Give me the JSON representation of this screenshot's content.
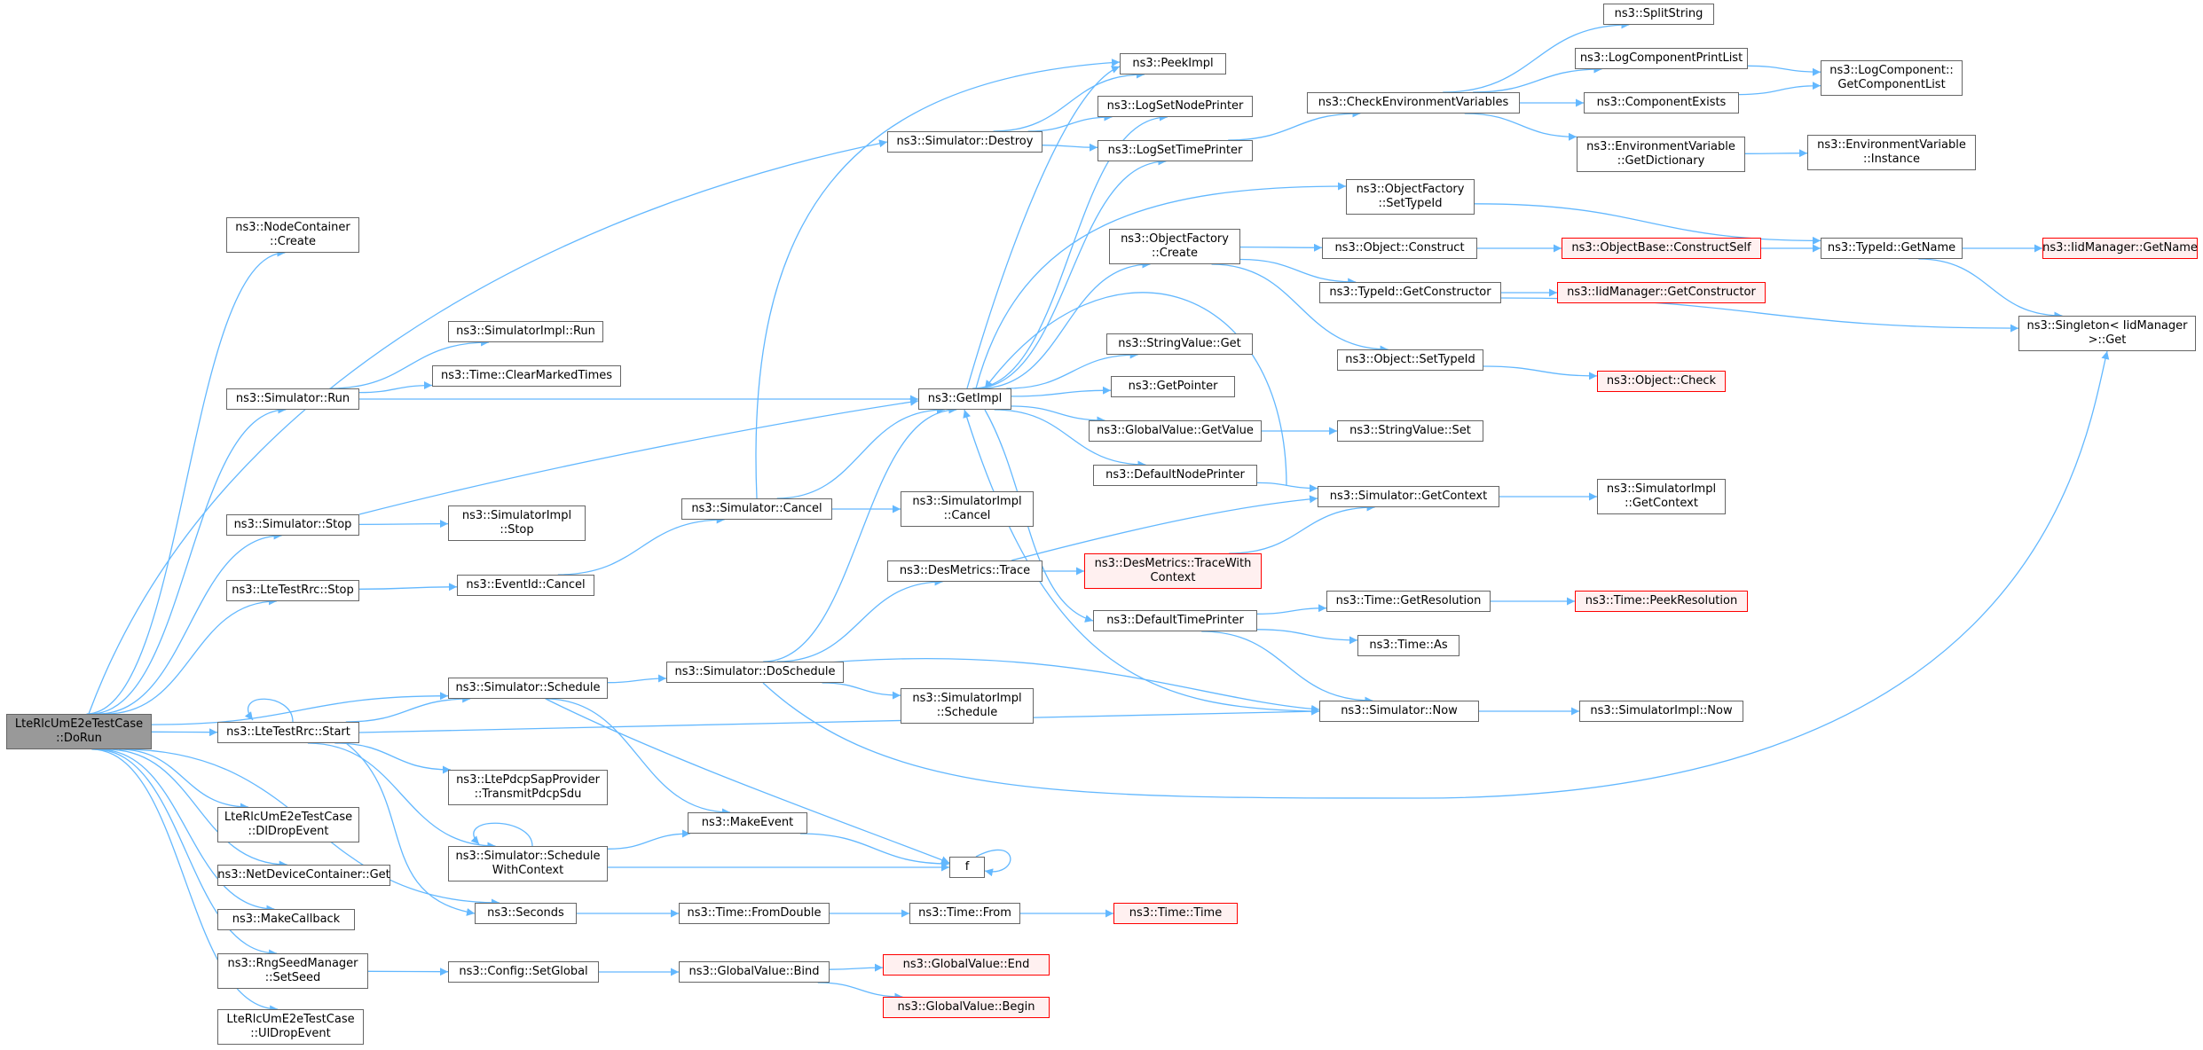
{
  "colors": {
    "edge": "#63b8ff",
    "node_border": "#666666",
    "truncated_border": "#ff0000",
    "truncated_fill": "#fff0f0",
    "root_fill": "#999999"
  },
  "nodes": [
    {
      "id": "root",
      "label": "LteRlcUmE2eTestCase\n::DoRun",
      "style": "root"
    },
    {
      "id": "nodecontainer_create",
      "label": "ns3::NodeContainer\n::Create"
    },
    {
      "id": "sim_run",
      "label": "ns3::Simulator::Run"
    },
    {
      "id": "sim_stop",
      "label": "ns3::Simulator::Stop"
    },
    {
      "id": "ltetestrrc_stop",
      "label": "ns3::LteTestRrc::Stop"
    },
    {
      "id": "sim_schedule",
      "label": "ns3::Simulator::Schedule"
    },
    {
      "id": "ltetestrrc_start",
      "label": "ns3::LteTestRrc::Start"
    },
    {
      "id": "dldropevent",
      "label": "LteRlcUmE2eTestCase\n::DlDropEvent"
    },
    {
      "id": "netdevicecontainer_get",
      "label": "ns3::NetDeviceContainer::Get"
    },
    {
      "id": "makecallback",
      "label": "ns3::MakeCallback"
    },
    {
      "id": "rngseed_setseed",
      "label": "ns3::RngSeedManager\n::SetSeed"
    },
    {
      "id": "uldropevent",
      "label": "LteRlcUmE2eTestCase\n::UlDropEvent"
    },
    {
      "id": "simimpl_run",
      "label": "ns3::SimulatorImpl::Run"
    },
    {
      "id": "time_clearmarked",
      "label": "ns3::Time::ClearMarkedTimes"
    },
    {
      "id": "simimpl_stop",
      "label": "ns3::SimulatorImpl\n::Stop"
    },
    {
      "id": "eventid_cancel",
      "label": "ns3::EventId::Cancel"
    },
    {
      "id": "ltepdcp_transmit",
      "label": "ns3::LtePdcpSapProvider\n::TransmitPdcpSdu"
    },
    {
      "id": "sim_schedulewithcontext",
      "label": "ns3::Simulator::Schedule\nWithContext"
    },
    {
      "id": "seconds",
      "label": "ns3::Seconds"
    },
    {
      "id": "config_setglobal",
      "label": "ns3::Config::SetGlobal"
    },
    {
      "id": "sim_destroy",
      "label": "ns3::Simulator::Destroy"
    },
    {
      "id": "sim_cancel",
      "label": "ns3::Simulator::Cancel"
    },
    {
      "id": "sim_doschedule",
      "label": "ns3::Simulator::DoSchedule"
    },
    {
      "id": "makeevent",
      "label": "ns3::MakeEvent"
    },
    {
      "id": "time_fromdouble",
      "label": "ns3::Time::FromDouble"
    },
    {
      "id": "globalvalue_bind",
      "label": "ns3::GlobalValue::Bind"
    },
    {
      "id": "getimpl",
      "label": "ns3::GetImpl"
    },
    {
      "id": "simimpl_cancel",
      "label": "ns3::SimulatorImpl\n::Cancel"
    },
    {
      "id": "desmetrics_trace",
      "label": "ns3::DesMetrics::Trace"
    },
    {
      "id": "simimpl_schedule",
      "label": "ns3::SimulatorImpl\n::Schedule"
    },
    {
      "id": "f",
      "label": "f"
    },
    {
      "id": "time_from",
      "label": "ns3::Time::From"
    },
    {
      "id": "globalvalue_end",
      "label": "ns3::GlobalValue::End",
      "style": "red"
    },
    {
      "id": "globalvalue_begin",
      "label": "ns3::GlobalValue::Begin",
      "style": "red"
    },
    {
      "id": "peekimpl",
      "label": "ns3::PeekImpl"
    },
    {
      "id": "logsetnodeprinter",
      "label": "ns3::LogSetNodePrinter"
    },
    {
      "id": "logsettimeprinter",
      "label": "ns3::LogSetTimePrinter"
    },
    {
      "id": "objectfactory_create",
      "label": "ns3::ObjectFactory\n::Create"
    },
    {
      "id": "stringvalue_get",
      "label": "ns3::StringValue::Get"
    },
    {
      "id": "getpointer",
      "label": "ns3::GetPointer"
    },
    {
      "id": "globalvalue_getvalue",
      "label": "ns3::GlobalValue::GetValue"
    },
    {
      "id": "defaultnodeprinter",
      "label": "ns3::DefaultNodePrinter"
    },
    {
      "id": "desmetrics_tracewithcontext",
      "label": "ns3::DesMetrics::TraceWith\nContext",
      "style": "red"
    },
    {
      "id": "defaulttimeprinter",
      "label": "ns3::DefaultTimePrinter"
    },
    {
      "id": "time_time",
      "label": "ns3::Time::Time",
      "style": "red"
    },
    {
      "id": "checkenvvars",
      "label": "ns3::CheckEnvironmentVariables"
    },
    {
      "id": "objectfactory_settypeid",
      "label": "ns3::ObjectFactory\n::SetTypeId"
    },
    {
      "id": "object_construct",
      "label": "ns3::Object::Construct"
    },
    {
      "id": "typeid_getconstructor",
      "label": "ns3::TypeId::GetConstructor"
    },
    {
      "id": "object_settypeid",
      "label": "ns3::Object::SetTypeId"
    },
    {
      "id": "stringvalue_set",
      "label": "ns3::StringValue::Set"
    },
    {
      "id": "sim_getcontext",
      "label": "ns3::Simulator::GetContext"
    },
    {
      "id": "time_getresolution",
      "label": "ns3::Time::GetResolution"
    },
    {
      "id": "time_as",
      "label": "ns3::Time::As"
    },
    {
      "id": "sim_now",
      "label": "ns3::Simulator::Now"
    },
    {
      "id": "splitstring",
      "label": "ns3::SplitString"
    },
    {
      "id": "logcomponentprintlist",
      "label": "ns3::LogComponentPrintList"
    },
    {
      "id": "componentexists",
      "label": "ns3::ComponentExists"
    },
    {
      "id": "envvar_getdictionary",
      "label": "ns3::EnvironmentVariable\n::GetDictionary"
    },
    {
      "id": "objectbase_constructself",
      "label": "ns3::ObjectBase::ConstructSelf",
      "style": "red"
    },
    {
      "id": "iidmanager_getconstructor",
      "label": "ns3::IidManager::GetConstructor",
      "style": "red"
    },
    {
      "id": "object_check",
      "label": "ns3::Object::Check",
      "style": "red"
    },
    {
      "id": "simimpl_getcontext",
      "label": "ns3::SimulatorImpl\n::GetContext"
    },
    {
      "id": "time_peekresolution",
      "label": "ns3::Time::PeekResolution",
      "style": "red"
    },
    {
      "id": "simimpl_now",
      "label": "ns3::SimulatorImpl::Now"
    },
    {
      "id": "logcomponent_getlist",
      "label": "ns3::LogComponent::\nGetComponentList"
    },
    {
      "id": "envvar_instance",
      "label": "ns3::EnvironmentVariable\n::Instance"
    },
    {
      "id": "typeid_getname",
      "label": "ns3::TypeId::GetName"
    },
    {
      "id": "iidmanager_getname",
      "label": "ns3::IidManager::GetName",
      "style": "red"
    },
    {
      "id": "singleton_get",
      "label": "ns3::Singleton< IidManager\n>::Get"
    }
  ]
}
